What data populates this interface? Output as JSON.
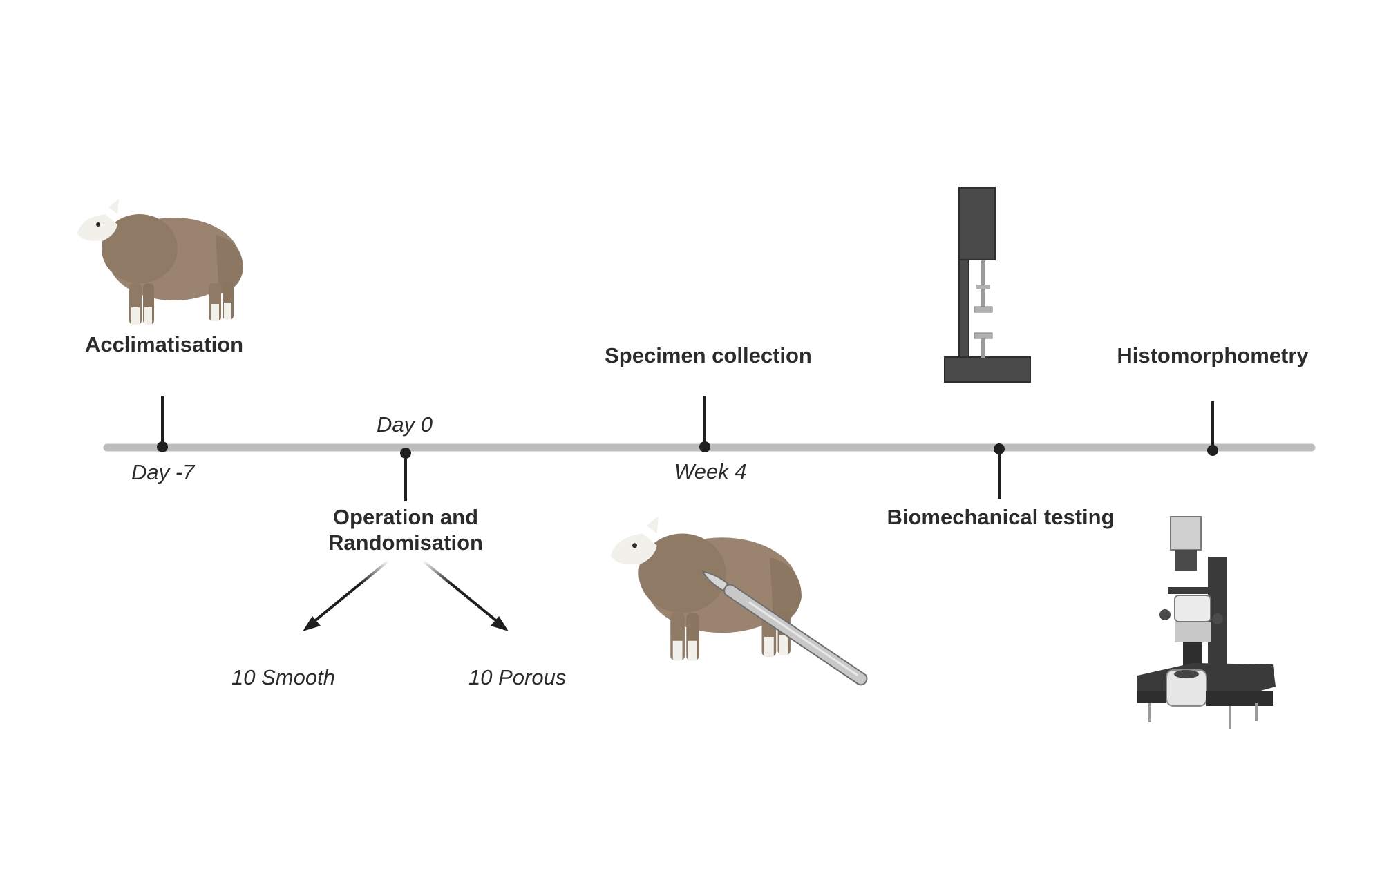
{
  "events": [
    {
      "id": "acclimatisation",
      "label": "Acclimatisation",
      "time": "Day -7"
    },
    {
      "id": "operation",
      "label_lines": [
        "Operation and",
        "Randomisation"
      ],
      "time": "Day 0"
    },
    {
      "id": "specimen",
      "label": "Specimen collection",
      "time": "Week 4"
    },
    {
      "id": "biomech",
      "label": "Biomechanical testing"
    },
    {
      "id": "histo",
      "label": "Histomorphometry"
    }
  ],
  "groups": [
    "10 Smooth",
    "10 Porous"
  ],
  "colors": {
    "timeline": "#bdbdbd",
    "marker": "#1f1f1f",
    "text": "#2b2b2b",
    "sheep_wool": "#9a8470",
    "sheep_face": "#f2f0ea",
    "machine": "#4a4a4a",
    "microscope_dark": "#3a3a3a",
    "scalpel": "#c8c8c8"
  },
  "icons": [
    "sheep-icon",
    "sheep-with-scalpel-icon",
    "testing-machine-icon",
    "microscope-icon"
  ]
}
